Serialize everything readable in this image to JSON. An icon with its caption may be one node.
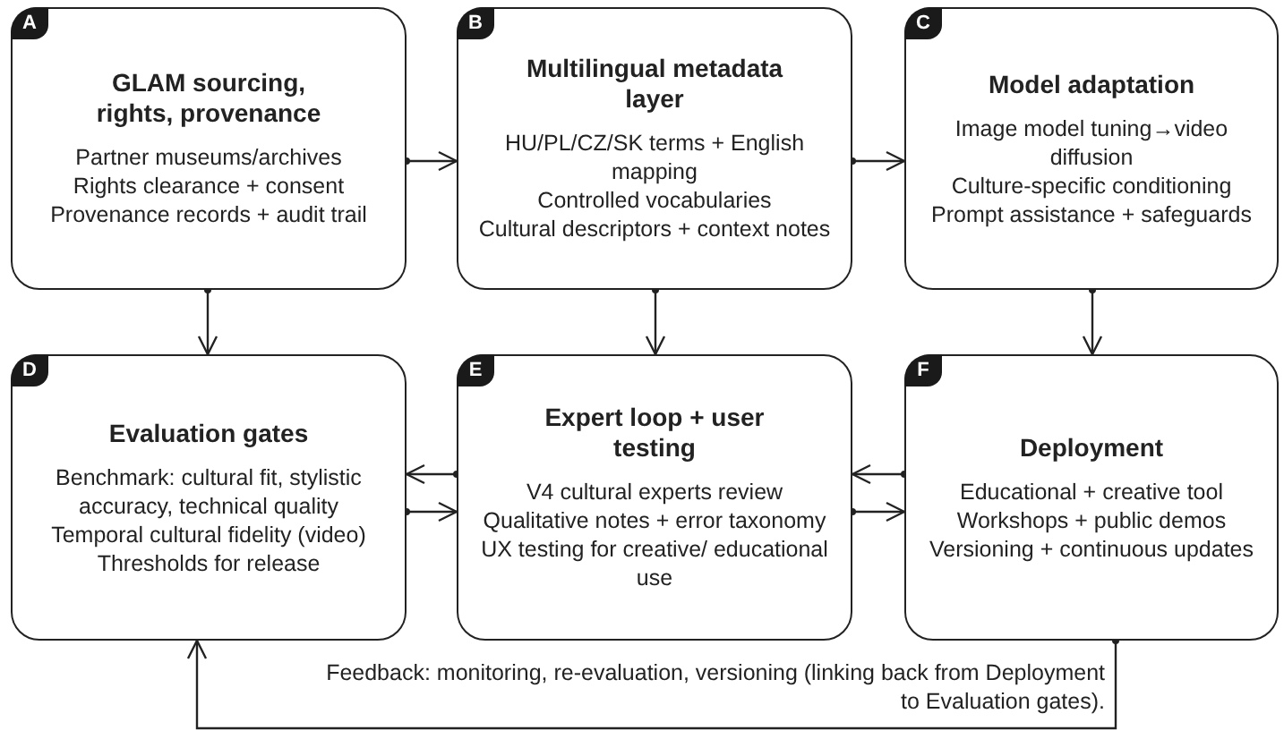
{
  "diagram": {
    "nodes": [
      {
        "text": [
          "A",
          "GLAM sourcing, rights, provenance",
          "Partner museums/archives",
          "Rights clearance + consent",
          "Provenance records + audit trail"
        ]
      },
      {
        "text": [
          "B",
          "Multilingual metadata layer",
          "HU/PL/CZ/SK terms + English mapping",
          "Controlled vocabularies",
          "Cultural descriptors + context notes"
        ]
      },
      {
        "text": [
          "C",
          "Model adaptation",
          "Image model tuning→video diffusion",
          "Culture-specific conditioning",
          "Prompt assistance + safeguards"
        ]
      },
      {
        "text": [
          "D",
          "Evaluation gates",
          "Benchmark: cultural fit, stylistic accuracy, technical quality",
          "Temporal cultural fidelity (video)",
          "Thresholds for release"
        ]
      },
      {
        "text": [
          "E",
          "Expert loop + user testing",
          "V4 cultural experts review",
          "Qualitative notes + error taxonomy",
          "UX testing for creative/ educational use"
        ]
      },
      {
        "text": [
          "F",
          "Deployment",
          "Educational + creative tool",
          "Workshops + public demos",
          "Versioning + continuous updates"
        ]
      }
    ],
    "edges": [
      {
        "from": 0,
        "to": 1,
        "arrow": "to"
      },
      {
        "from": 1,
        "to": 2,
        "arrow": "to"
      },
      {
        "from": 0,
        "to": 3,
        "arrow": "to"
      },
      {
        "from": 1,
        "to": 4,
        "arrow": "to"
      },
      {
        "from": 2,
        "to": 5,
        "arrow": "to"
      },
      {
        "from": 4,
        "to": 3,
        "arrow": "to"
      },
      {
        "from": 3,
        "to": 4,
        "arrow": "to"
      },
      {
        "from": 5,
        "to": 4,
        "arrow": "to"
      },
      {
        "from": 4,
        "to": 5,
        "arrow": "to"
      },
      {
        "from": 5,
        "to": 3,
        "arrow": "to",
        "label": "Feedback: monitoring, re-evaluation, versioning (linking back from Deployment to Evaluation gates)."
      }
    ]
  }
}
